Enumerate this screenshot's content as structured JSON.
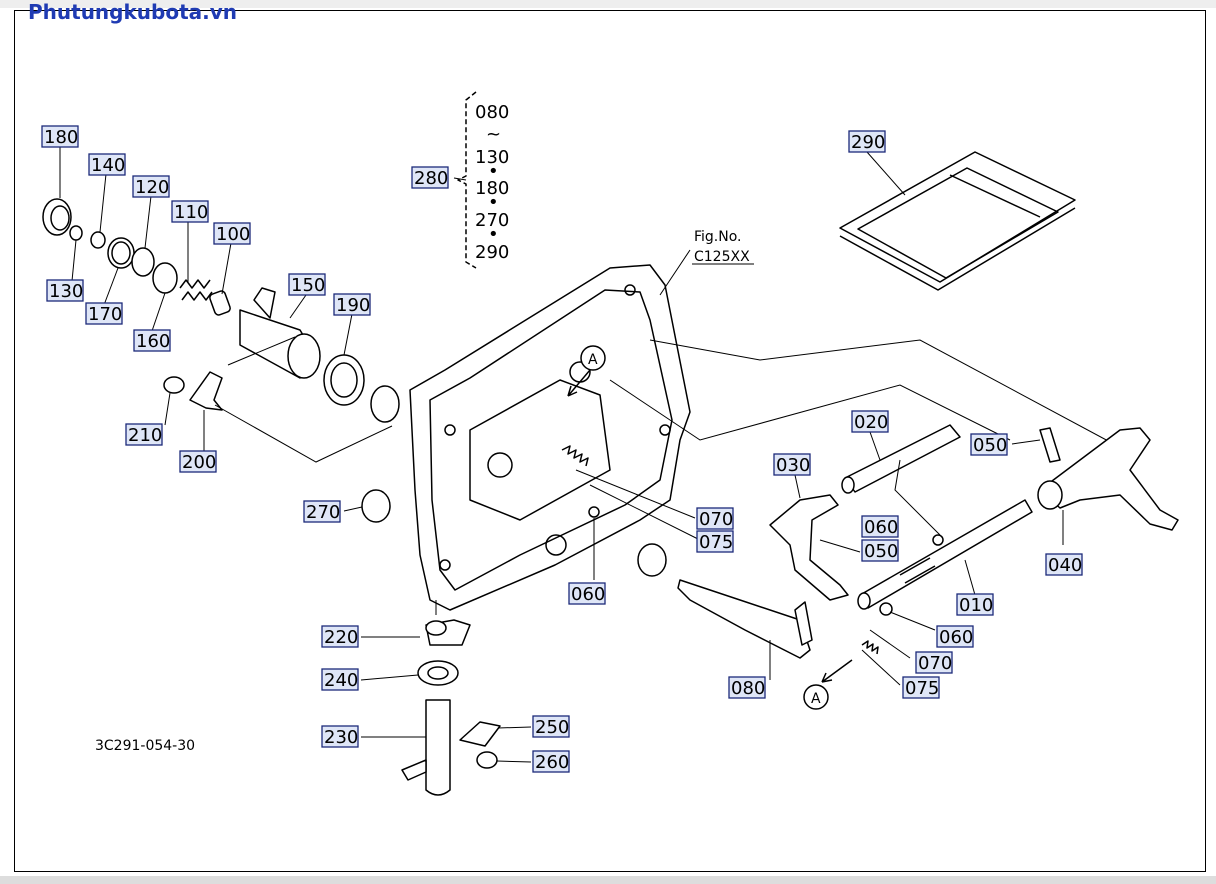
{
  "site": {
    "title": "Phutungkubota.vn"
  },
  "diagram": {
    "code": "3C291-054-30",
    "fig_ref": [
      "Fig.No.",
      "C125XX"
    ],
    "view_marker": "A",
    "group_280": [
      "080",
      "~",
      "130",
      "•",
      "180",
      "•",
      "270",
      "•",
      "290"
    ],
    "callouts": {
      "c180": "180",
      "c140": "140",
      "c120": "120",
      "c110": "110",
      "c100": "100",
      "c130": "130",
      "c170": "170",
      "c160": "160",
      "c150": "150",
      "c190": "190",
      "c210": "210",
      "c200": "200",
      "c270": "270",
      "c280": "280",
      "c290": "290",
      "c020": "020",
      "c030": "030",
      "c050a": "050",
      "c050b": "050",
      "c070a": "070",
      "c075a": "075",
      "c060a": "060",
      "c060b": "060",
      "c060c": "060",
      "c040": "040",
      "c010": "010",
      "c070b": "070",
      "c075b": "075",
      "c080": "080",
      "c220": "220",
      "c240": "240",
      "c230": "230",
      "c250": "250",
      "c260": "260"
    }
  }
}
